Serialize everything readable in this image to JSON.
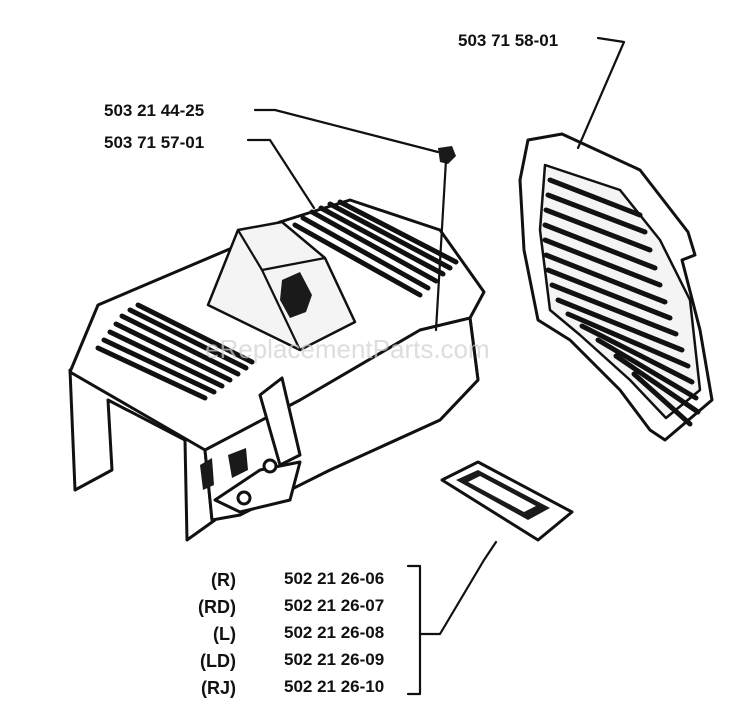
{
  "watermark": "eReplacementParts.com",
  "callouts": {
    "top_right": "503 71 58-01",
    "bolt": "503 21 44-25",
    "cover": "503 71 57-01"
  },
  "decal_list": [
    {
      "code": "(R)",
      "part": "502 21 26-06"
    },
    {
      "code": "(RD)",
      "part": "502 21 26-07"
    },
    {
      "code": "(L)",
      "part": "502 21 26-08"
    },
    {
      "code": "(LD)",
      "part": "502 21 26-09"
    },
    {
      "code": "(RJ)",
      "part": "502 21 26-10"
    }
  ]
}
